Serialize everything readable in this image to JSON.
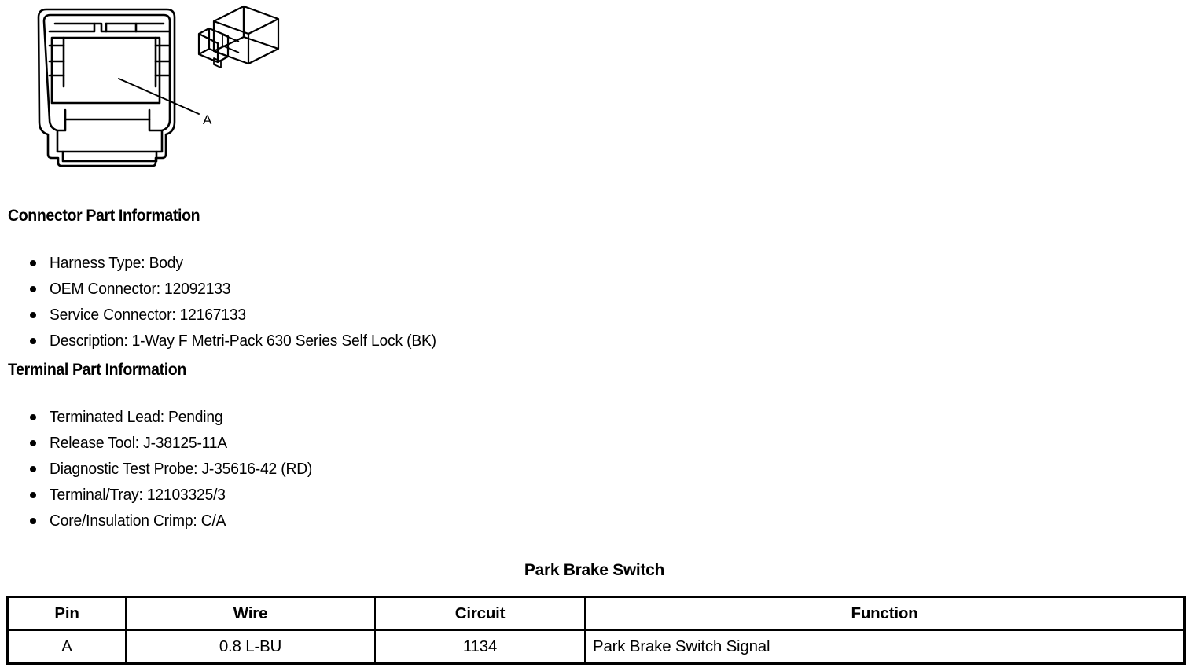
{
  "illustration": {
    "callout_label": "A",
    "connector_view_name": "connector-front-view",
    "terminal_view_name": "terminal-isometric-view"
  },
  "connector_part_information": {
    "heading": "Connector Part Information",
    "items": [
      "Harness Type: Body",
      "OEM Connector: 12092133",
      "Service Connector: 12167133",
      "Description: 1-Way F Metri-Pack 630 Series Self Lock (BK)"
    ]
  },
  "terminal_part_information": {
    "heading": "Terminal Part Information",
    "items": [
      "Terminated Lead: Pending",
      "Release Tool: J-38125-11A",
      "Diagnostic Test Probe: J-35616-42 (RD)",
      "Terminal/Tray: 12103325/3",
      "Core/Insulation Crimp: C/A"
    ]
  },
  "pinout": {
    "title": "Park Brake Switch",
    "columns": [
      "Pin",
      "Wire",
      "Circuit",
      "Function"
    ],
    "rows": [
      {
        "pin": "A",
        "wire": "0.8 L-BU",
        "circuit": "1134",
        "function": "Park Brake Switch Signal"
      }
    ]
  },
  "colors": {
    "ink": "#000000",
    "paper": "#ffffff"
  }
}
